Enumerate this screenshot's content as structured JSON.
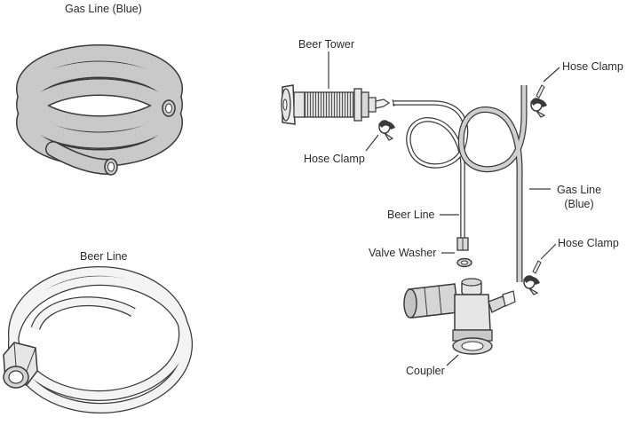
{
  "labels": {
    "gas_line_part": "Gas Line (Blue)",
    "beer_line_part": "Beer Line",
    "beer_tower": "Beer Tower",
    "hose_clamp_top_right": "Hose Clamp",
    "hose_clamp_left": "Hose Clamp",
    "gas_line_line1": "Gas Line",
    "gas_line_line2": "(Blue)",
    "beer_line_callout": "Beer Line",
    "valve_washer": "Valve Washer",
    "hose_clamp_bottom_right": "Hose Clamp",
    "coupler": "Coupler"
  },
  "colors": {
    "stroke": "#3a3a3a",
    "gas_tube_fill": "#c9c9c9",
    "light_fill": "#f2f2f2",
    "part_fill": "#d6d6d6"
  }
}
